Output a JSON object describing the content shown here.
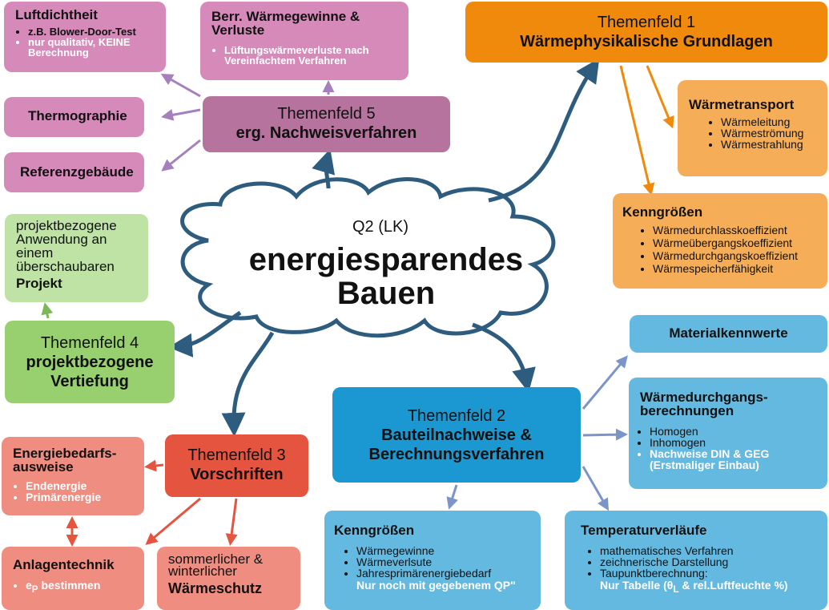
{
  "center": {
    "subtitle": "Q2 (LK)",
    "title1": "energiesparendes",
    "title2": "Bauen"
  },
  "tf1": {
    "label": "Themenfeld 1",
    "title": "Wärmephysikalische Grundlagen",
    "waermetransport": {
      "title": "Wärmetransport",
      "items": [
        "Wärmeleitung",
        "Wärmeströmung",
        "Wärmestrahlung"
      ]
    },
    "kenngroessen": {
      "title": "Kenngrößen",
      "items": [
        "Wärmedurchlasskoeffizient",
        "Wärmeübergangskoeffizient",
        "Wärmedurchgangskoeffizient",
        "Wärmespeicherfähigkeit"
      ]
    }
  },
  "tf2": {
    "label": "Themenfeld 2",
    "title1": "Bauteilnachweise &",
    "title2": "Berechnungsverfahren",
    "material": "Materialkennwerte",
    "waermedurchgang": {
      "title1": "Wärmedurchgangs-",
      "title2": "berechnungen",
      "items": [
        "Homogen",
        "Inhomogen"
      ],
      "highlight1": "Nachweise DIN & GEG",
      "highlight2": "(Erstmaliger Einbau)"
    },
    "kenngroessen": {
      "title": "Kenngrößen",
      "items": [
        "Wärmegewinne",
        "Wärmeverlsute",
        "Jahresprimärenergiebedarf"
      ],
      "highlight": "Nur noch mit gegebenem QP\""
    },
    "temperatur": {
      "title": "Temperaturverläufe",
      "items": [
        "mathematisches Verfahren",
        "zeichnerische Darstellung",
        "Taupunktberechnung:"
      ],
      "highlight_a": "Nur Tabelle (θ",
      "highlight_sub": "L",
      "highlight_b": " & rel.Luftfeuchte %)"
    }
  },
  "tf3": {
    "label": "Themenfeld 3",
    "title": "Vorschriften",
    "energieausweis": {
      "title1": "Energiebedarfs-",
      "title2": "ausweise",
      "items": [
        "Endenergie",
        "Primärenergie"
      ]
    },
    "anlagentechnik": {
      "title": "Anlagentechnik",
      "item_a": "e",
      "item_sub": "P",
      "item_b": " bestimmen"
    },
    "waermeschutz": {
      "line1": "sommerlicher &",
      "line2": "winterlicher",
      "title": "Wärmeschutz"
    }
  },
  "tf4": {
    "label": "Themenfeld 4",
    "title1": "projektbezogene",
    "title2": "Vertiefung",
    "projekt": {
      "text1": "projektbezogene",
      "text2": "Anwendung an",
      "text3": "einem",
      "text4": "überschaubaren",
      "title": "Projekt"
    }
  },
  "tf5": {
    "label": "Themenfeld 5",
    "title": "erg. Nachweisverfahren",
    "luftdichtheit": {
      "title": "Luftdichtheit",
      "item1": "z.B. Blower-Door-Test",
      "item2": "nur qualitativ, KEINE Berechnung"
    },
    "berr": {
      "title": "Berr. Wärmegewinne & Verluste",
      "item": "Lüftungswärmeverluste nach Vereinfachtem Verfahren"
    },
    "thermographie": "Thermographie",
    "referenz": "Referenzgebäude"
  },
  "colors": {
    "pink": "#d68ab9",
    "orange": "#f08a0c",
    "blue": "#1b97d1",
    "red": "#e5543f",
    "green": "#98d070",
    "cloud": "#2e5c7e"
  }
}
